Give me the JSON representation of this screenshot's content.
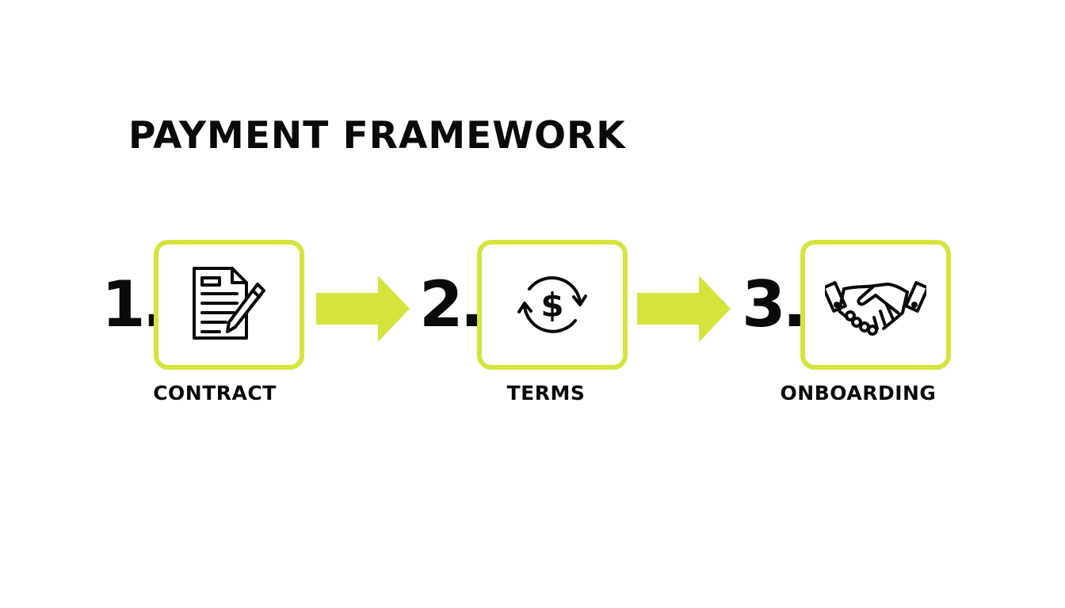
{
  "title": "PAYMENT FRAMEWORK",
  "colors": {
    "accent": "#d4e43c",
    "text": "#0a0a0a",
    "background": "#ffffff"
  },
  "steps": [
    {
      "number": "1.",
      "label": "CONTRACT",
      "icon": "contract-document-pen-icon"
    },
    {
      "number": "2.",
      "label": "TERMS",
      "icon": "dollar-cycle-icon"
    },
    {
      "number": "3.",
      "label": "ONBOARDING",
      "icon": "handshake-icon"
    }
  ],
  "connectors": [
    {
      "from": "CONTRACT",
      "to": "TERMS",
      "icon": "arrow-right-icon"
    },
    {
      "from": "TERMS",
      "to": "ONBOARDING",
      "icon": "arrow-right-icon"
    }
  ]
}
